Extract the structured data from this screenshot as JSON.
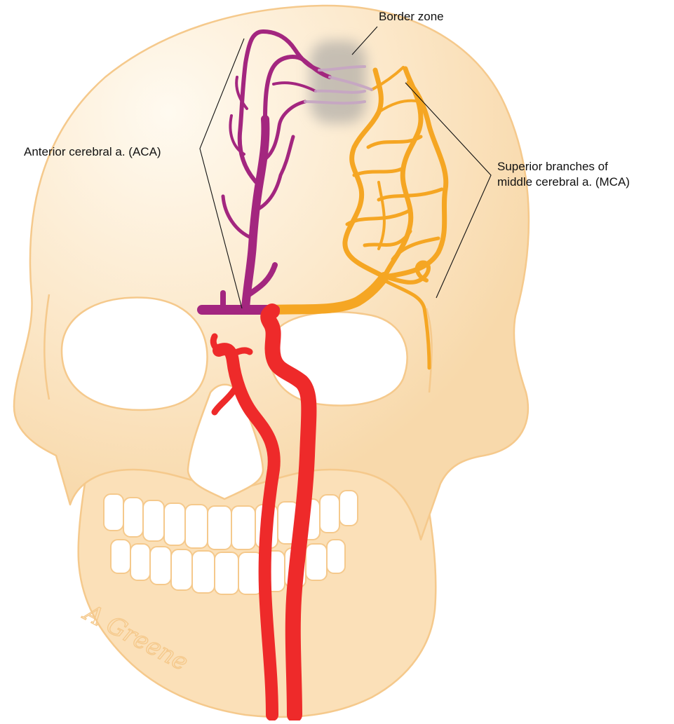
{
  "labels": {
    "border_zone": "Border zone",
    "aca": "Anterior cerebral a. (ACA)",
    "mca_line1": "Superior branches of",
    "mca_line2": "middle cerebral a. (MCA)"
  },
  "signature": "A Greene",
  "colors": {
    "skull_fill": "#fbe3c0",
    "skull_outline": "#f5c98c",
    "skull_highlight": "#fffaf0",
    "aca": "#a3267f",
    "mca": "#f5a623",
    "carotid": "#ee2a2a",
    "border_zone": "#9a9a9a",
    "teeth": "#ffffff"
  }
}
